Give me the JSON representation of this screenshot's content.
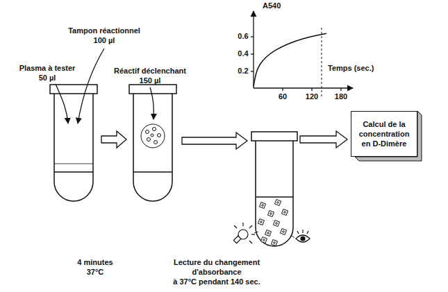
{
  "diagram": {
    "nodes": [
      {
        "text": [
          "Calcul de la concentration en D-Dimère"
        ]
      }
    ],
    "edges": [],
    "labels": [
      "Tampon réactionnel",
      "100 µl",
      "Plasma à tester",
      "50 µl",
      "Réactif déclenchant",
      "150 µl",
      "A540",
      "0.6",
      "0.4",
      "0.2",
      "60",
      "120",
      "180",
      "Temps (sec.)",
      "4 minutes",
      "37°C",
      "Lecture du changement",
      "d'absorbance",
      "à 37°C pendant 140 sec."
    ]
  }
}
